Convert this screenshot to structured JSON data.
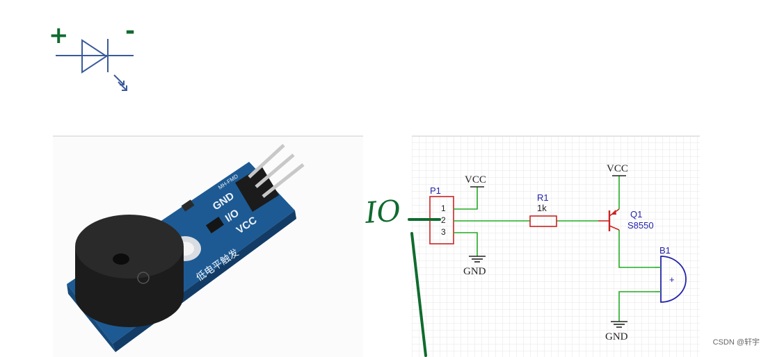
{
  "diode_sketch": {
    "plus_sign": "+",
    "minus_sign": "-"
  },
  "photo": {
    "pin_labels": [
      "GND",
      "I/O",
      "VCC"
    ],
    "board_silk_text": "低电平触发",
    "board_model_text": "MH-FMD"
  },
  "schematic": {
    "connector": {
      "ref": "P1",
      "pins": [
        "1",
        "2",
        "3"
      ]
    },
    "vcc_left": "VCC",
    "gnd_left": "GND",
    "resistor": {
      "ref": "R1",
      "value": "1k"
    },
    "vcc_right": "VCC",
    "transistor": {
      "ref": "Q1",
      "part": "S8550"
    },
    "buzzer": {
      "ref": "B1",
      "polarity": "+"
    },
    "gnd_right": "GND"
  },
  "annotation": {
    "handwritten_label": "IO"
  },
  "watermark": "CSDN @轩宇",
  "colors": {
    "wire": "#22aa22",
    "component": "#cc2222",
    "label_blue": "#2222aa",
    "ink_green": "#0f6b2e",
    "sketch_blue": "#3a5a9a",
    "board_blue": "#1d5a93"
  }
}
